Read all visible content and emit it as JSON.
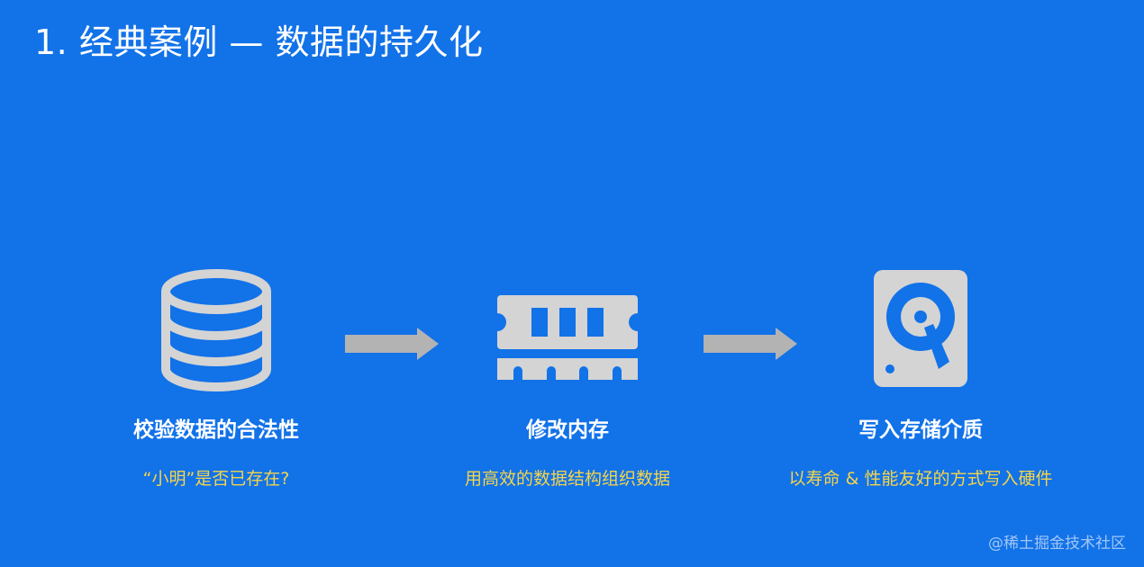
{
  "title": "1. 经典案例 — 数据的持久化",
  "steps": [
    {
      "label": "校验数据的合法性",
      "note": "“小明”是否已存在?",
      "icon": "database-icon"
    },
    {
      "label": "修改内存",
      "note": "用高效的数据结构组织数据",
      "icon": "memory-icon"
    },
    {
      "label": "写入存储介质",
      "note": "以寿命 & 性能友好的方式写入硬件",
      "icon": "hard-disk-icon"
    }
  ],
  "watermark": "@稀土掘金技术社区",
  "colors": {
    "background": "#1272e8",
    "icon": "#d4d4d4",
    "arrow": "#b3b3b3",
    "note": "#f5d54a",
    "text": "#ffffff"
  }
}
